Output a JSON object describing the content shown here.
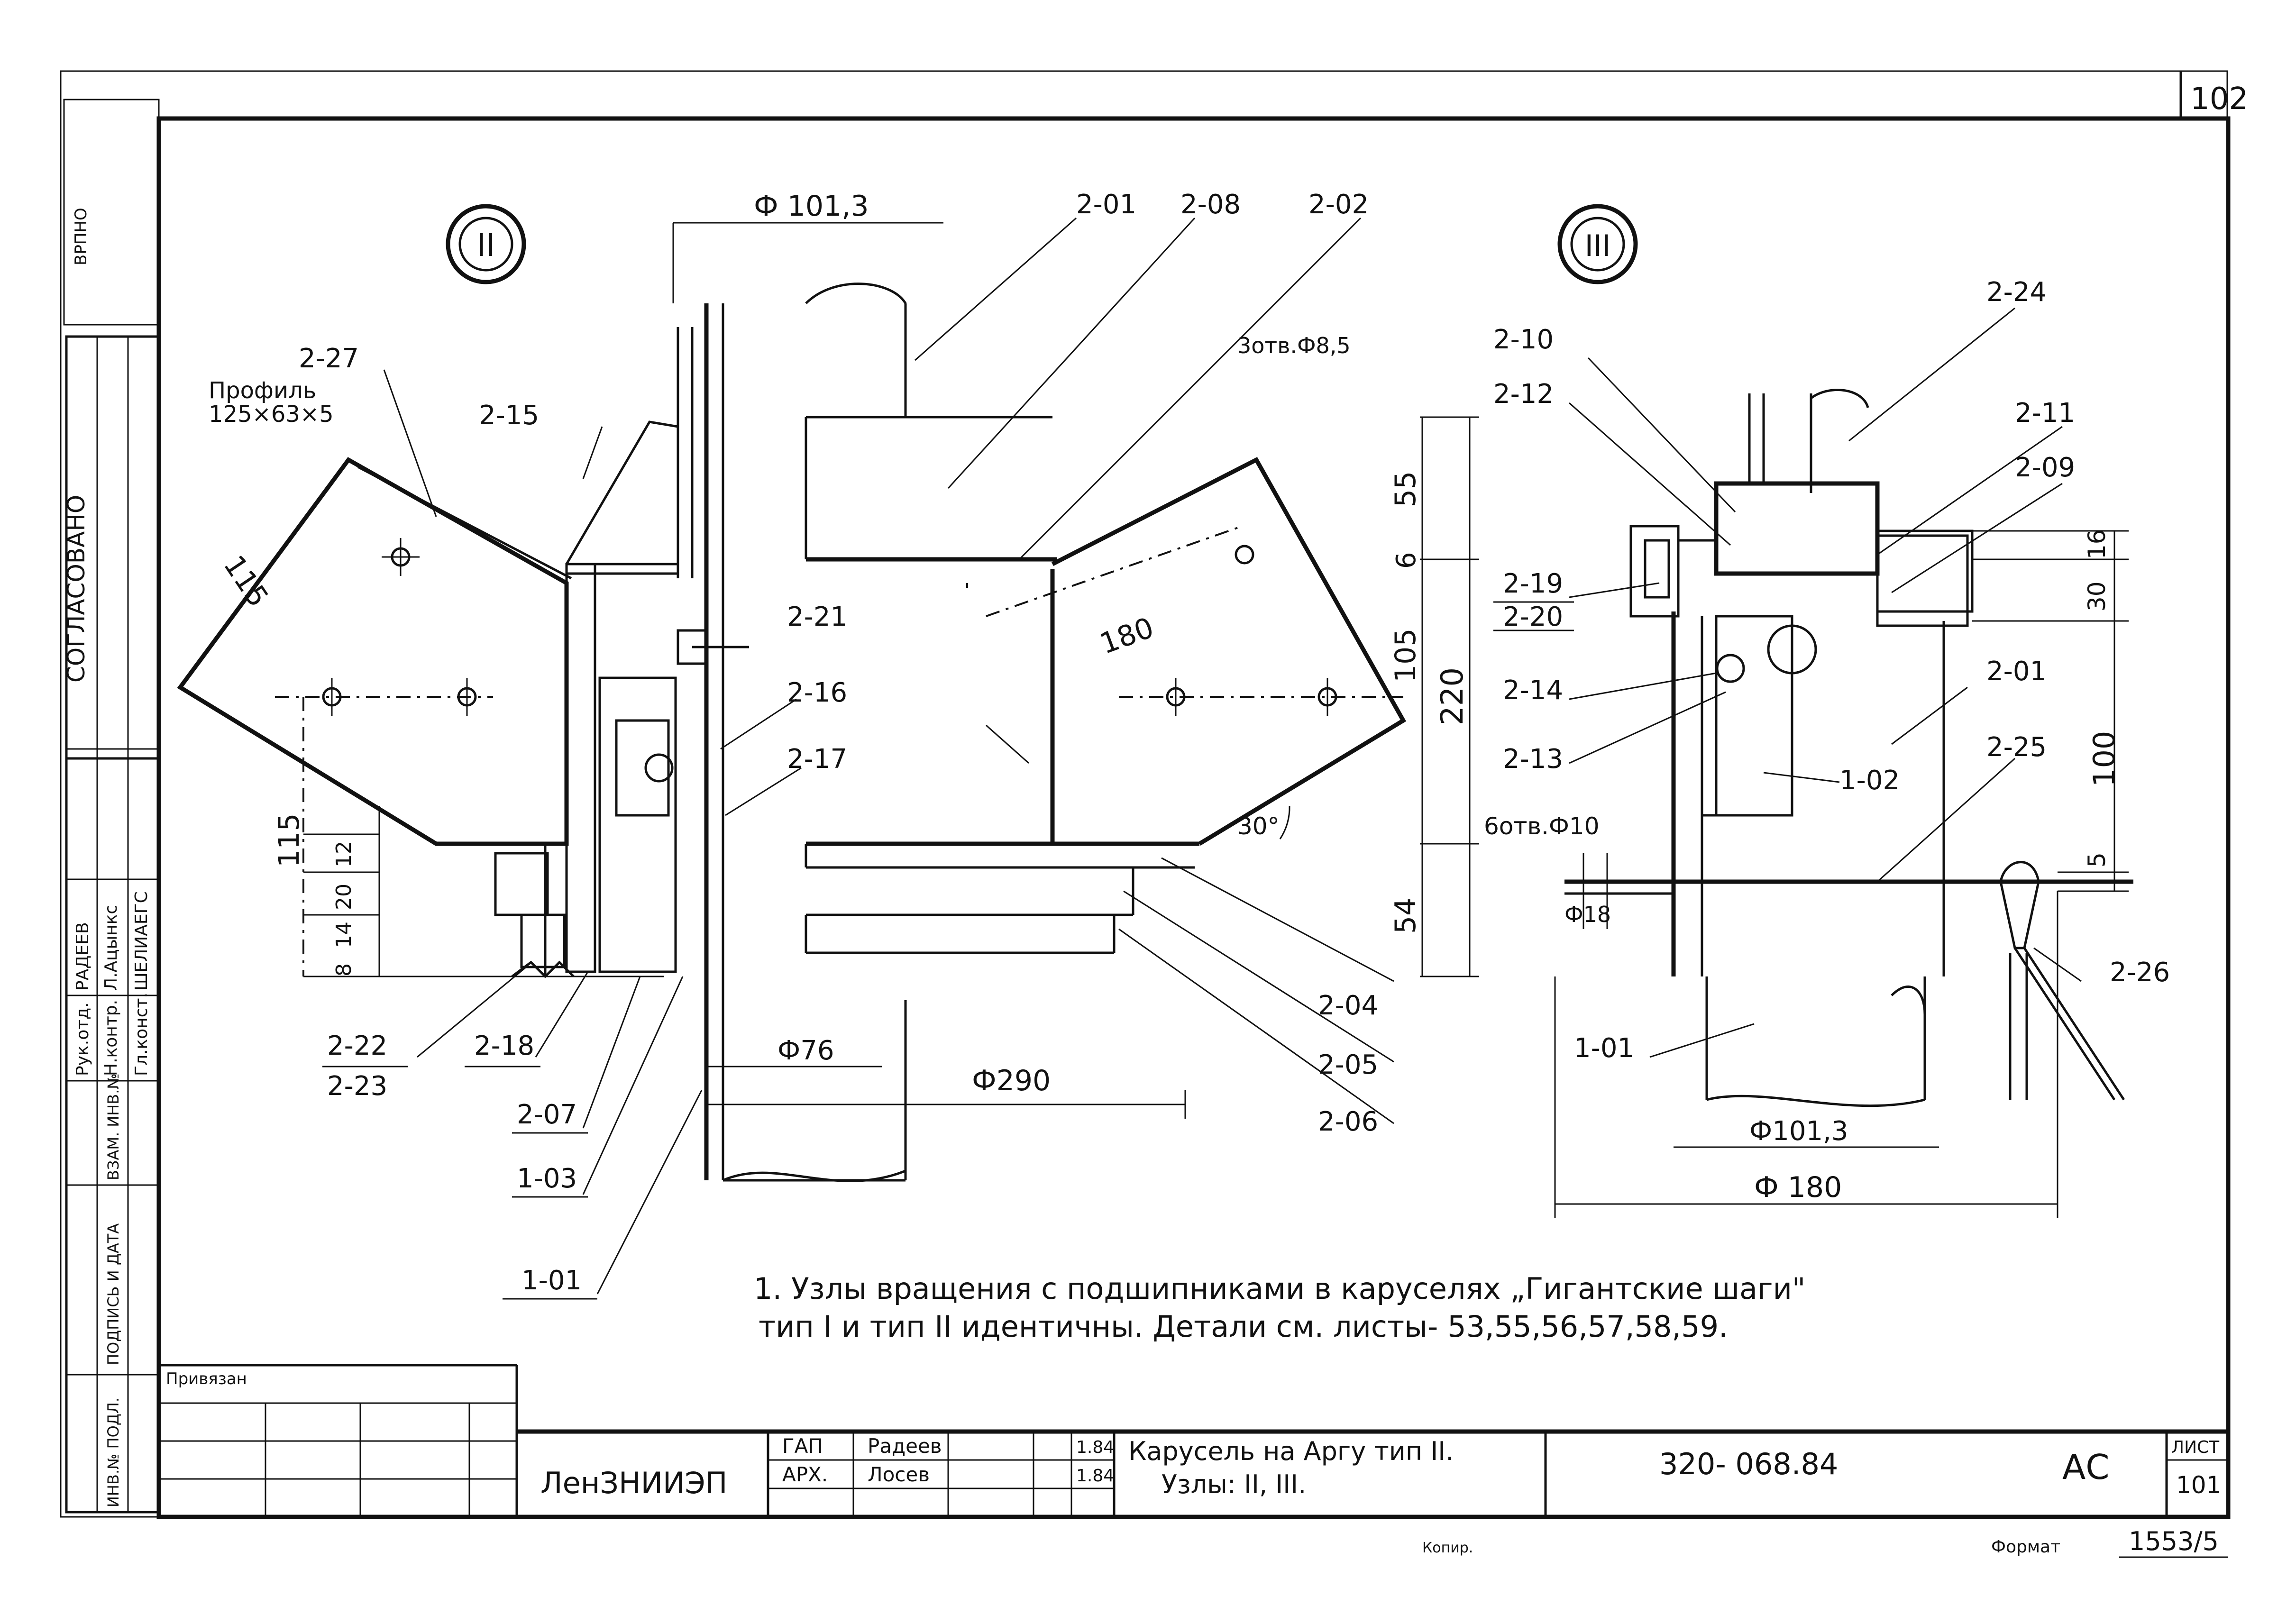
{
  "sheet_number_corner": "102",
  "node_marks": {
    "left": "II",
    "right": "III"
  },
  "left_view": {
    "dims": {
      "d_top": "Ф 101,3",
      "d_mid": "Ф76",
      "d_bottom": "Ф290",
      "h55": "55",
      "h6": "6",
      "h105": "105",
      "h220": "220",
      "h54": "54",
      "len115a": "115",
      "len115b": "115",
      "len180": "180",
      "v12": "12",
      "v20": "20",
      "v14": "14",
      "v8": "8",
      "angle": "30°",
      "holes": "3отв.Ф8,5",
      "profile_line1": "Профиль",
      "profile_line2": "125×63×5"
    },
    "callouts": [
      "2-01",
      "2-08",
      "2-02",
      "2-27",
      "2-15",
      "2-21",
      "2-16",
      "2-17",
      "2-04",
      "2-05",
      "2-06",
      "2-22",
      "2-23",
      "2-18",
      "2-07",
      "1-03",
      "1-01"
    ]
  },
  "right_view": {
    "dims": {
      "d1": "Ф101,3",
      "d2": "Ф 180",
      "d3": "Ф18",
      "holes": "6отв.Ф10",
      "h16": "16",
      "h30": "30",
      "h100": "100",
      "h5": "5"
    },
    "callouts": [
      "2-10",
      "2-12",
      "2-24",
      "2-11",
      "2-09",
      "2-19",
      "2-20",
      "2-14",
      "2-13",
      "2-01",
      "1-02",
      "2-25",
      "2-26",
      "1-01"
    ]
  },
  "note": {
    "line1": "1. Узлы вращения с подшипниками в каруселях „Гигантские шаги\"",
    "line2": "тип I и тип II      идентичны. Детали см. листы- 53,55,56,57,58,59."
  },
  "left_strip": {
    "vrpno": "ВРПНО",
    "agreed": "СОГЛАСОВАНО",
    "sign_rows": [
      "Рук.отд.",
      "Н.контр.",
      "Гл.конст."
    ],
    "names": [
      "РАДЕЕВ",
      "Л.Ацынкс",
      "ШЕЛИАЕГС"
    ],
    "vert_fields": [
      "ИНВ.№ ПОДЛ.",
      "ПОДПИСЬ И ДАТА",
      "ВЗАМ. ИНВ.№"
    ]
  },
  "title_block": {
    "privyazan": "Привязан",
    "org": "ЛенЗНИИЭП",
    "roles": [
      "ГАП",
      "АРХ."
    ],
    "names": [
      "Радеев",
      "Лосев"
    ],
    "dates": [
      "1.84",
      "1.84"
    ],
    "title_line1": "Карусель на Аргу тип II.",
    "title_line2": "Узлы: II, III.",
    "code": "320- 068.84",
    "stage": "АС",
    "sheet_label": "ЛИСТ",
    "sheet_value": "101"
  },
  "footer": {
    "copied": "Копир.",
    "format_label": "Формат",
    "format_value": "1553/5"
  }
}
